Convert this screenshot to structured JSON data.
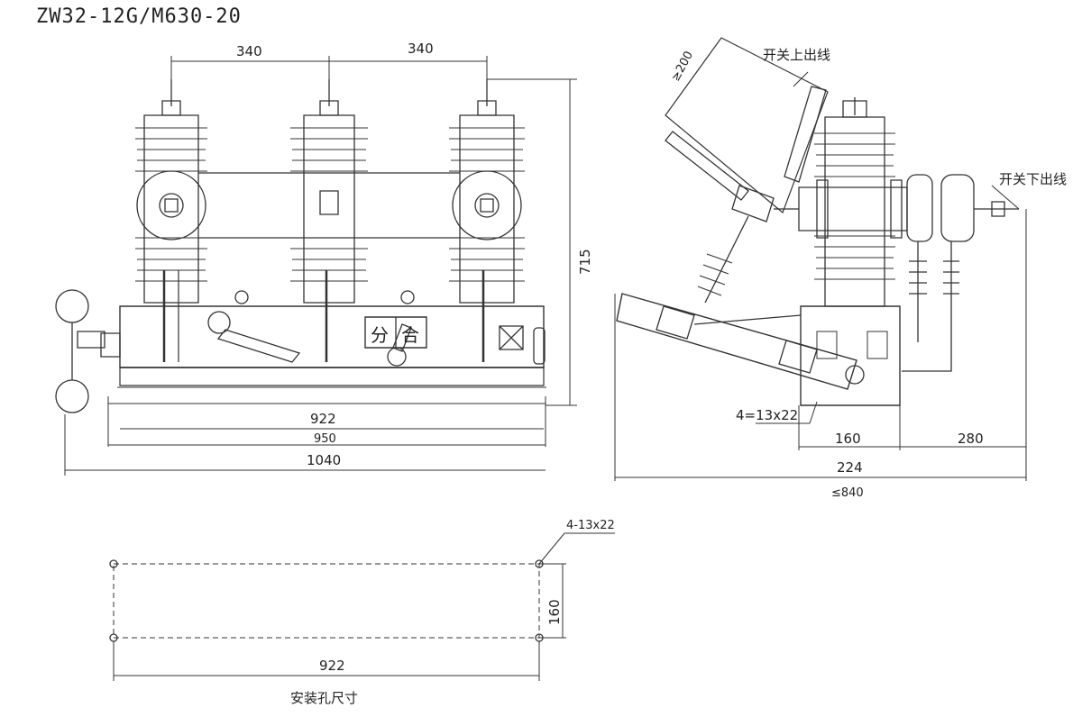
{
  "title": "ZW32-12G/M630-20",
  "front_view": {
    "dim_top_left": "340",
    "dim_top_right": "340",
    "dim_height": "715",
    "dim_922": "922",
    "dim_950": "950",
    "dim_1040": "1040",
    "label_open": "分",
    "label_close": "合"
  },
  "side_view": {
    "label_upper_outlet": "开关上出线",
    "label_lower_outlet": "开关下出线",
    "label_ge200": "≥200",
    "label_holes": "4=13x22",
    "dim_160": "160",
    "dim_280": "280",
    "dim_224": "224",
    "dim_le840": "≤840"
  },
  "mounting": {
    "label_holes": "4-13x22",
    "dim_160": "160",
    "dim_922": "922",
    "caption": "安装孔尺寸"
  }
}
